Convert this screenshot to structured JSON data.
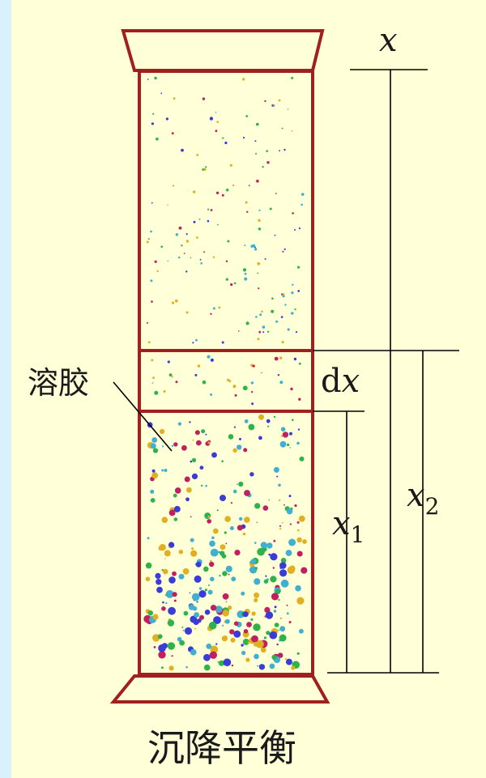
{
  "labels": {
    "x": "x",
    "dx_d": "d",
    "dx_x": "x",
    "x1_base": "x",
    "x1_sub": "1",
    "x2_base": "x",
    "x2_sub": "2",
    "sol": "溶胶",
    "caption": "沉降平衡"
  },
  "colors": {
    "background_outer": "#d9f1fb",
    "background_panel": "#ffffd8",
    "cylinder_stroke": "#a02020",
    "dimension_lines": "#000000",
    "particle_colors": [
      "#2db34a",
      "#3b3bd6",
      "#e0b020",
      "#c02060",
      "#40b0d0"
    ]
  },
  "icons": {
    "cylinder": "graduated-cylinder-shape",
    "particles": "colloid-particle-dots"
  }
}
